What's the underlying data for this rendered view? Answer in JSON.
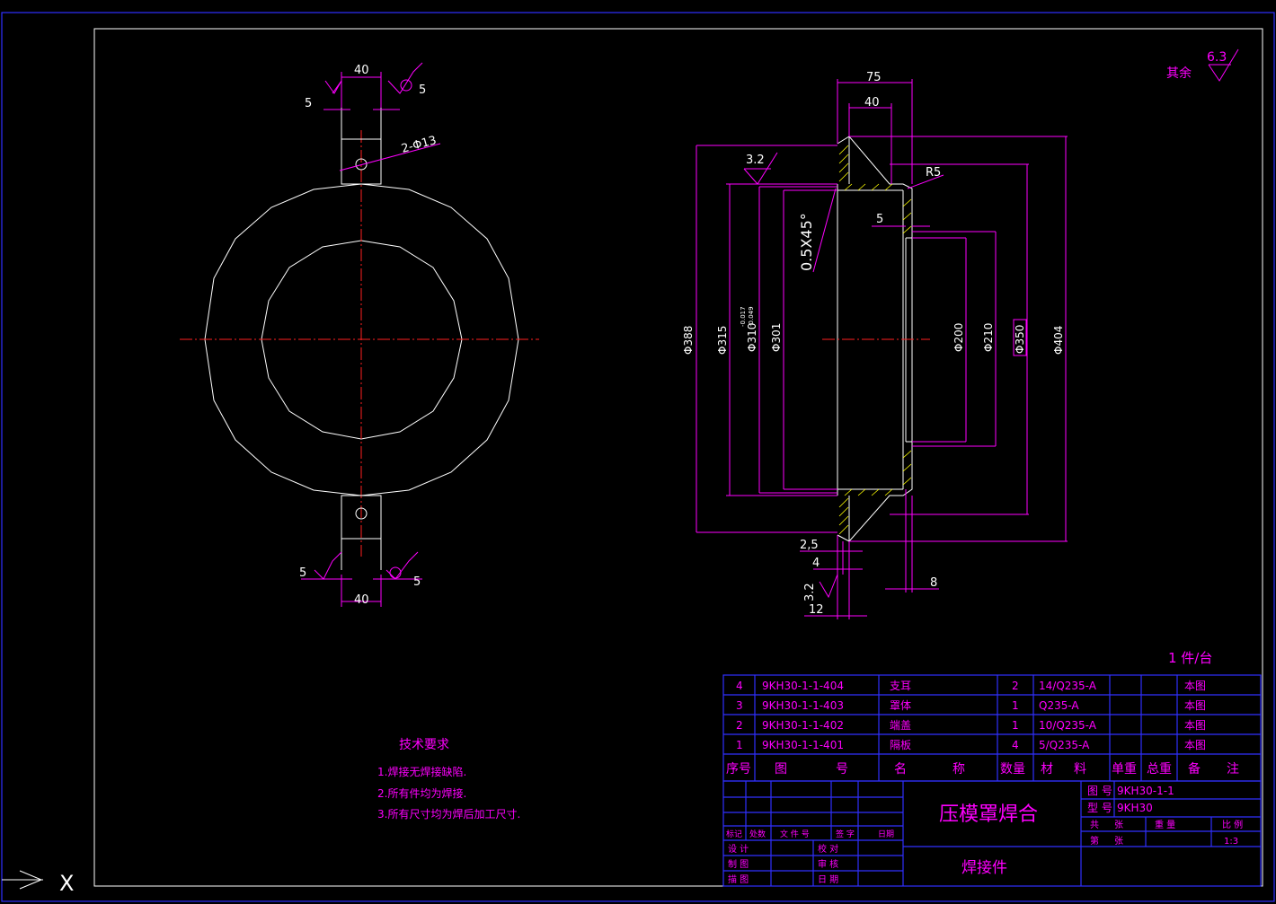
{
  "dims": {
    "ear_width_top": "40",
    "weld_top_left": "5",
    "weld_top_right": "5",
    "holes": "2-Φ13",
    "weld_bot_left": "5",
    "weld_bot_right": "5",
    "ear_width_bot": "40",
    "width_75": "75",
    "width_40": "40",
    "rough_3_2": "3.2",
    "fillet": "R5",
    "chamfer": "0.5X45°",
    "step_5": "5",
    "d388": "Φ388",
    "d315": "Φ315",
    "d310": "Φ310",
    "d310_tol_upper": "-0.017",
    "d310_tol_lower": "-0.049",
    "d301": "Φ301",
    "d200": "Φ200",
    "d210": "Φ210",
    "d350": "Φ350",
    "d404": "Φ404",
    "dim_2_5": "2,5",
    "dim_4": "4",
    "rough_bottom": "3.2",
    "dim_12": "12",
    "dim_8": "8",
    "rest_label": "其余",
    "rest_rough": "6.3"
  },
  "tech": {
    "title": "技术要求",
    "items": [
      "1.焊接无焊接缺陷.",
      "2.所有件均为焊接.",
      "3.所有尺寸均为焊后加工尺寸."
    ]
  },
  "quantity_note": "1  件/台",
  "bom": [
    {
      "no": "4",
      "code": "9KH30-1-1-404",
      "name": "支耳",
      "qty": "2",
      "material": "14/Q235-A",
      "note": "本图"
    },
    {
      "no": "3",
      "code": "9KH30-1-1-403",
      "name": "罩体",
      "qty": "1",
      "material": "Q235-A",
      "note": "本图"
    },
    {
      "no": "2",
      "code": "9KH30-1-1-402",
      "name": "端盖",
      "qty": "1",
      "material": "10/Q235-A",
      "note": "本图"
    },
    {
      "no": "1",
      "code": "9KH30-1-1-401",
      "name": "隔板",
      "qty": "4",
      "material": "5/Q235-A",
      "note": "本图"
    }
  ],
  "bom_header": {
    "no": "序号",
    "code1": "图",
    "code2": "号",
    "name1": "名",
    "name2": "称",
    "qty": "数量",
    "mat1": "材",
    "mat2": "料",
    "unit_w": "单重",
    "total_w": "总重",
    "rem1": "备",
    "rem2": "注"
  },
  "title_block": {
    "part_name": "压模罩焊合",
    "type": "焊接件",
    "drawing_no_label": "图 号",
    "drawing_no": "9KH30-1-1",
    "model_label": "型 号",
    "model": "9KH30",
    "mark_label": "标记",
    "count_label": "处数",
    "doc_label": "文 件 号",
    "sign_label": "签 字",
    "date_label": "日期",
    "design": "设 计",
    "check": "校 对",
    "draw": "制 图",
    "review": "审 核",
    "trace": "描 图",
    "approve": "日 期",
    "total_label": "共",
    "sheet_label": "张",
    "weight_label": "重 量",
    "scale_label": "比 例",
    "no_label": "第",
    "sheet2": "张",
    "scale": "1:3"
  },
  "ucs": "X"
}
